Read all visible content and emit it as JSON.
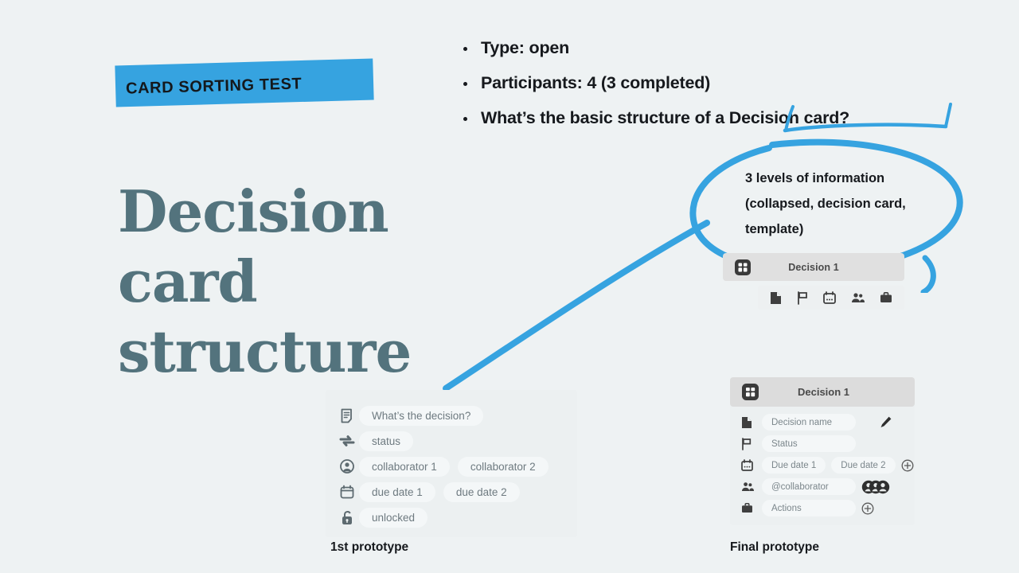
{
  "slide": {
    "background_color": "#eef2f3",
    "accent_color": "#36a3e0",
    "heading_color": "#53737d"
  },
  "banner": {
    "label": "CARD SORTING TEST"
  },
  "heading": {
    "line1": "Decision",
    "line2": "card",
    "line3": "structure"
  },
  "bullets": [
    {
      "text": "Type: open"
    },
    {
      "text": "Participants: 4 (3 completed)"
    },
    {
      "text": "What’s the basic structure of a Decision card?"
    }
  ],
  "annotation": {
    "line1": "3 levels of information",
    "line2": "(collapsed, decision card,",
    "line3": "template)"
  },
  "collapsed_card": {
    "title": "Decision 1",
    "icons": [
      "document-icon",
      "flag-icon",
      "calendar-icon",
      "people-icon",
      "briefcase-icon"
    ]
  },
  "prototype1": {
    "caption": "1st prototype",
    "rows": [
      {
        "icon": "note-icon",
        "fields": [
          "What’s the decision?"
        ]
      },
      {
        "icon": "exchange-icon",
        "fields": [
          "status"
        ]
      },
      {
        "icon": "person-icon",
        "fields": [
          "collaborator 1",
          "collaborator 2"
        ]
      },
      {
        "icon": "calendar-icon",
        "fields": [
          "due date 1",
          "due date 2"
        ]
      },
      {
        "icon": "unlock-icon",
        "fields": [
          "unlocked"
        ]
      }
    ]
  },
  "prototype2": {
    "caption": "Final prototype",
    "title": "Decision 1",
    "rows": [
      {
        "icon": "document-icon",
        "fields": [
          "Decision name"
        ],
        "trailing": "pencil-icon"
      },
      {
        "icon": "flag-icon",
        "fields": [
          "Status"
        ],
        "trailing": ""
      },
      {
        "icon": "calendar-icon",
        "fields": [
          "Due date 1",
          "Due date 2"
        ],
        "trailing": "plus-circle-icon"
      },
      {
        "icon": "people-icon",
        "fields": [
          "@collaborator"
        ],
        "trailing": "avatar-group"
      },
      {
        "icon": "briefcase-icon",
        "fields": [
          "Actions"
        ],
        "trailing": "plus-circle-icon"
      }
    ]
  }
}
